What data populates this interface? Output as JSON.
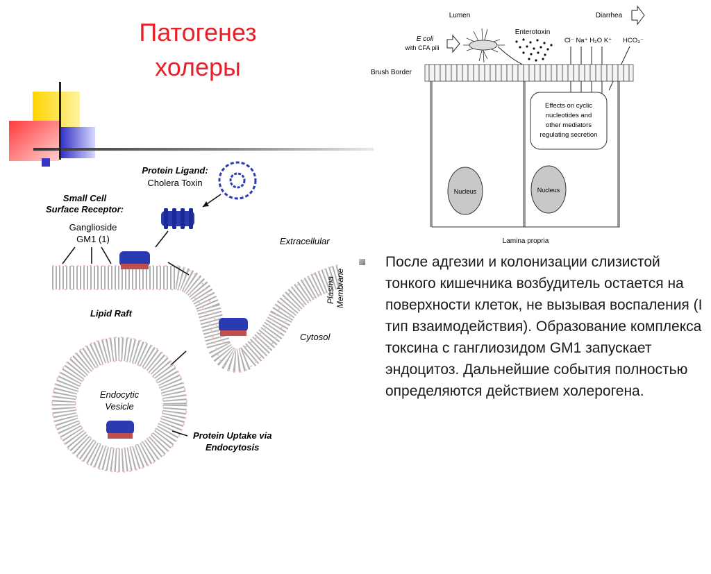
{
  "slide": {
    "title_line1": "Патогенез",
    "title_line2": "холеры",
    "body": "После адгезии и колонизации слизистой тонкого кишечника возбудитель остается на поверхности клеток, не вызывая воспаления (I тип взаимодействия). Образование комплекса токсина с ганглиозидом GM1 запускает эндоцитоз. Дальнейшие события полностью определяются действием холерогена."
  },
  "colors": {
    "title": "#e8202a",
    "accent_yellow": "#ffd400",
    "accent_red": "#f05a5a",
    "accent_blue": "#3a3ad0"
  },
  "cell_diagram": {
    "lumen": "Lumen",
    "diarrhea": "Diarrhea",
    "ecoli": "E coli",
    "cfa": "with CFA pili",
    "enterotoxin": "Enterotoxin",
    "ions": "Cl⁻ Na⁺ H₂O K⁺",
    "hco3": "HCO₃⁻",
    "brush_border": "Brush Border",
    "effects_1": "Effects on cyclic",
    "effects_2": "nucleotides and",
    "effects_3": "other mediators",
    "effects_4": "regulating secretion",
    "nucleus": "Nucleus",
    "lamina": "Lamina propria"
  },
  "raft_diagram": {
    "ligand_1": "Protein Ligand:",
    "ligand_2": "Cholera Toxin",
    "receptor_1": "Small Cell",
    "receptor_2": "Surface Receptor:",
    "receptor_3": "Ganglioside",
    "receptor_4": "GM1 (1)",
    "extracellular": "Extracellular",
    "plasma_1": "Plasma",
    "plasma_2": "Membrane",
    "lipid_raft": "Lipid Raft",
    "cytosol": "Cytosol",
    "endocytic_1": "Endocytic",
    "endocytic_2": "Vesicle",
    "uptake_1": "Protein Uptake via",
    "uptake_2": "Endocytosis"
  }
}
